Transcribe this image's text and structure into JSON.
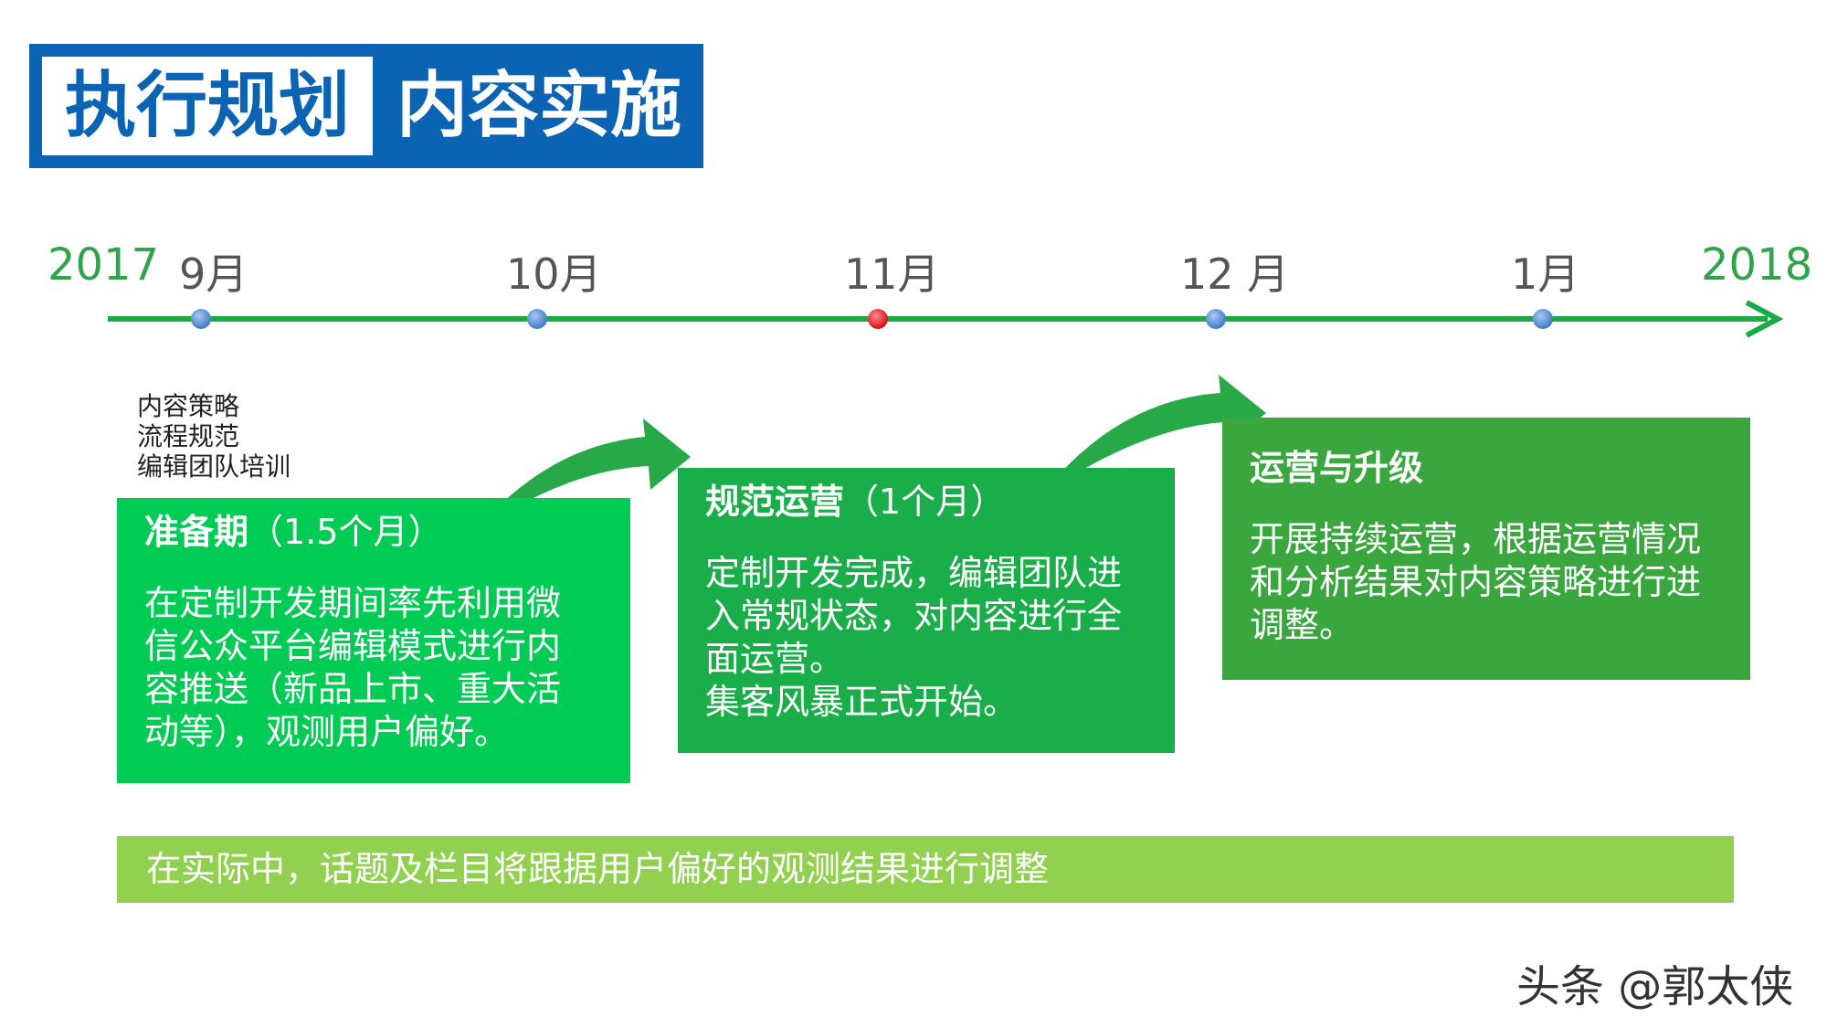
{
  "title": {
    "left": "执行规划",
    "right": "内容实施"
  },
  "timeline": {
    "start_year": "2017",
    "end_year": "2018",
    "months": [
      "9月",
      "10月",
      "11月",
      "12 月",
      "1月"
    ],
    "colors": {
      "line": "#1aaa46",
      "dot": "#4a86d4",
      "current_dot": "#e8141c"
    }
  },
  "prep_items": [
    "内容策略",
    "流程规范",
    "编辑团队培训"
  ],
  "phases": [
    {
      "name": "准备期",
      "duration": "（1.5个月）",
      "lines": [
        "在定制开发期间率先利用微",
        "信公众平台编辑模式进行内",
        "容推送（新品上市、重大活",
        "动等），观测用户偏好。"
      ]
    },
    {
      "name": "规范运营",
      "duration": "（1个月）",
      "lines": [
        "定制开发完成，编辑团队进",
        "入常规状态，对内容进行全",
        "面运营。",
        "集客风暴正式开始。"
      ]
    },
    {
      "name": "运营与升级",
      "duration": "",
      "lines": [
        "开展持续运营，根据运营情况",
        "和分析结果对内容策略进行进",
        "调整。"
      ]
    }
  ],
  "note": "在实际中，话题及栏目将跟据用户偏好的观测结果进行调整",
  "watermark": "头条 @郭太侠"
}
